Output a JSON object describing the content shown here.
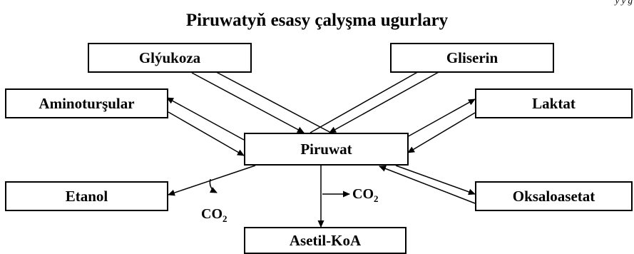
{
  "title": "Piruwatyň esasy çalyşma ugurlary",
  "corner_text": "y y g",
  "nodes": {
    "glyukoza": "Glýukoza",
    "gliserin": "Gliserin",
    "aminotursular": "Aminoturşular",
    "laktat": "Laktat",
    "piruwat": "Piruwat",
    "etanol": "Etanol",
    "oksaloasetat": "Oksaloasetat",
    "asetil_koa": "Asetil-KoA"
  },
  "co2_labels": {
    "left": {
      "base": "CO",
      "sub": "2"
    },
    "center": {
      "base": "CO",
      "sub": "2"
    }
  },
  "colors": {
    "line": "#000000",
    "background": "#ffffff"
  }
}
